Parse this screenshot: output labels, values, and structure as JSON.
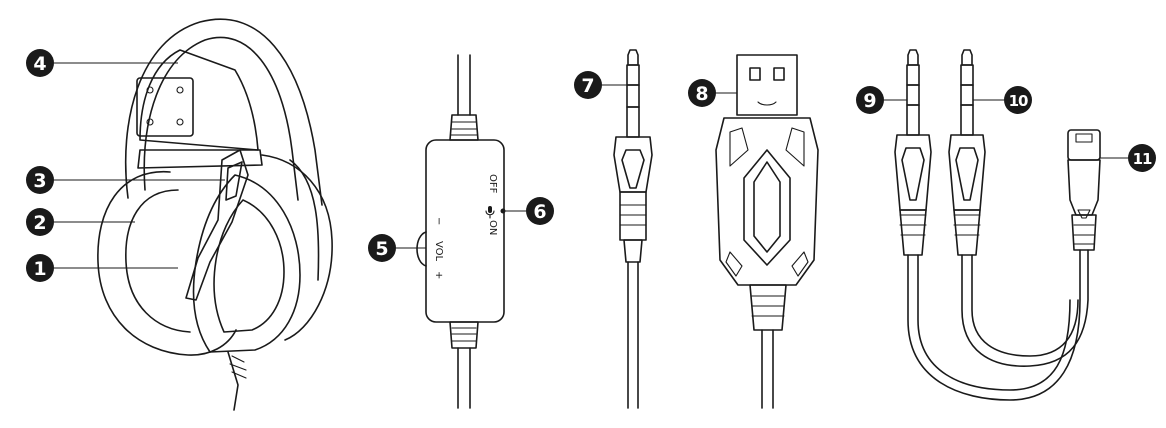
{
  "colors": {
    "line": "#1a1a1a",
    "callout_fill": "#1a1a1a",
    "callout_text": "#ffffff",
    "background": "#ffffff"
  },
  "callouts": [
    {
      "id": "1",
      "label": "1"
    },
    {
      "id": "2",
      "label": "2"
    },
    {
      "id": "3",
      "label": "3"
    },
    {
      "id": "4",
      "label": "4"
    },
    {
      "id": "5",
      "label": "5"
    },
    {
      "id": "6",
      "label": "6"
    },
    {
      "id": "7",
      "label": "7"
    },
    {
      "id": "8",
      "label": "8"
    },
    {
      "id": "9",
      "label": "9"
    },
    {
      "id": "10",
      "label": "10"
    },
    {
      "id": "11",
      "label": "11"
    }
  ],
  "inline_control": {
    "vol_label": "VOL",
    "vol_minus": "−",
    "vol_plus": "+",
    "mic_on": "ON",
    "mic_off": "OFF",
    "mic_icon": "microphone-icon"
  }
}
